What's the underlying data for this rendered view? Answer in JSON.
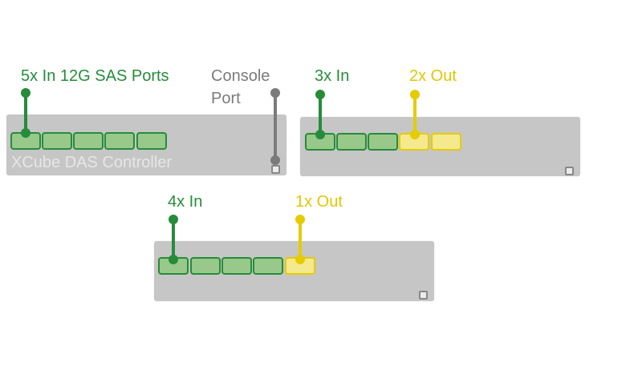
{
  "colors": {
    "in_port": "#268c3a",
    "out_port": "#e5cc00",
    "console": "#7b7b7b",
    "chassis": "#c6c6c6"
  },
  "controller": {
    "name": "XCube DAS Controller",
    "in_label": "5x In 12G SAS Ports",
    "console_label_line1": "Console",
    "console_label_line2": "Port",
    "in_ports": 5,
    "out_ports": 0
  },
  "expansion_a": {
    "in_label": "3x In",
    "out_label": "2x Out",
    "in_ports": 3,
    "out_ports": 2
  },
  "expansion_b": {
    "in_label": "4x In",
    "out_label": "1x Out",
    "in_ports": 4,
    "out_ports": 1
  }
}
